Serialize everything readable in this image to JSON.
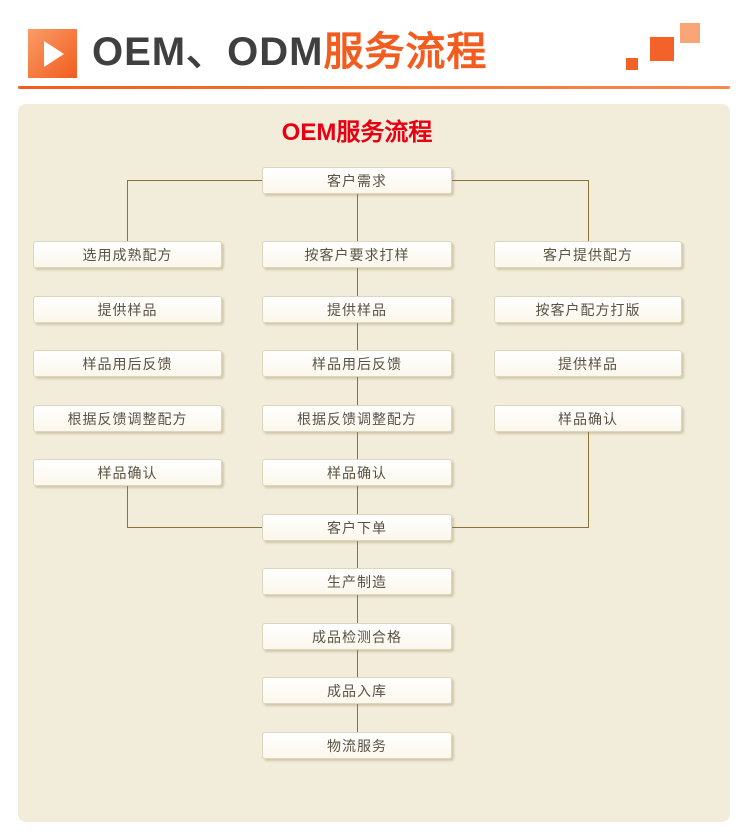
{
  "header": {
    "title_primary": "OEM、ODM",
    "title_accent": "服务流程"
  },
  "panel": {
    "title": "OEM服务流程"
  },
  "flow": {
    "top": "客户需求",
    "left": [
      "选用成熟配方",
      "提供样品",
      "样品用后反馈",
      "根据反馈调整配方",
      "样品确认"
    ],
    "middle": [
      "按客户要求打样",
      "提供样品",
      "样品用后反馈",
      "根据反馈调整配方",
      "样品确认"
    ],
    "right": [
      "客户提供配方",
      "按客户配方打版",
      "提供样品",
      "样品确认"
    ],
    "order": "客户下单",
    "tail": [
      "生产制造",
      "成品检测合格",
      "成品入库",
      "物流服务"
    ]
  },
  "colors": {
    "accent_orange": "#f25c1f",
    "panel_background": "#f2edda",
    "connector_line": "#8a7337",
    "panel_title_red": "#e60012"
  }
}
